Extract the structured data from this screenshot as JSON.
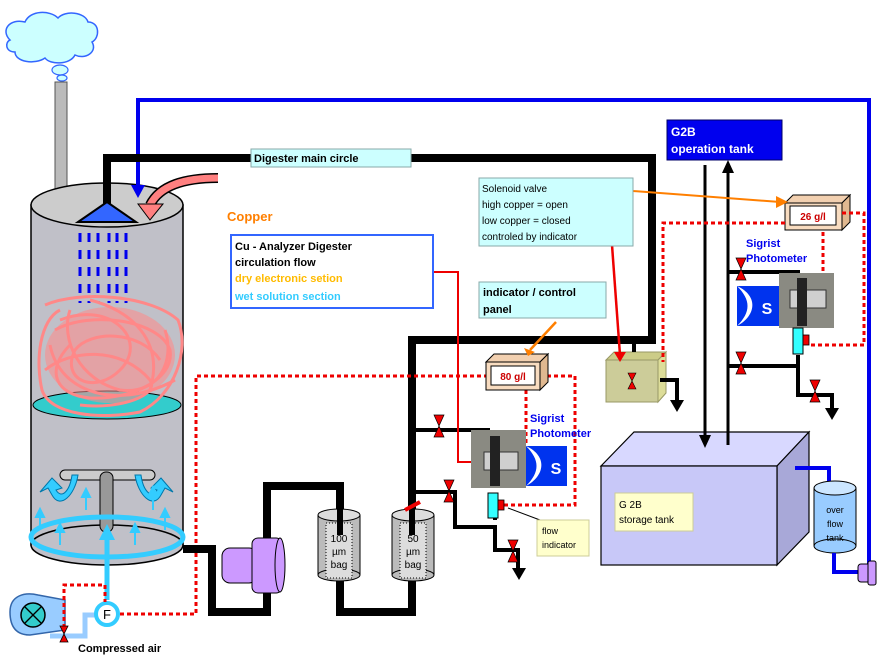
{
  "colors": {
    "pipe_main": "#000000",
    "pipe_blue": "#0000ee",
    "signal_red": "#ff0000",
    "accent_orange": "#ff7f00",
    "air_cyan": "#33ccff",
    "label_bg_cyan": "#ccffff",
    "note_bg_yellow": "#ffffcc",
    "g2b_blue": "#0000ff",
    "copper_pink": "#ff8080"
  },
  "labels": {
    "digester_main_circle": "Digester main circle",
    "copper": "Copper",
    "legend": {
      "line1": "Cu - Analyzer Digester",
      "line2": "circulation flow",
      "dry": "dry electronic setion",
      "wet": "wet solution section"
    },
    "solenoid": {
      "line1": "Solenoid valve",
      "line2": "high copper =  open",
      "line3": "low copper  = closed",
      "line4": "controled by indicator"
    },
    "indicator_panel": {
      "line1": "indicator /  control",
      "line2": "panel"
    },
    "g2b_operation": {
      "line1": "G2B",
      "line2": "operation tank"
    },
    "storage_tank": {
      "line1": "G 2B",
      "line2": "storage tank"
    },
    "overflow_tank": {
      "line1": "over",
      "line2": "flow",
      "line3": "tank"
    },
    "flow_indicator": {
      "line1": "flow",
      "line2": "indicator"
    },
    "bag_100": {
      "line1": "100",
      "line2": "µm",
      "line3": "bag"
    },
    "bag_50": {
      "line1": "50",
      "line2": "µm",
      "line3": "bag"
    },
    "compressed_air": "Compressed air",
    "flow_meter": "F",
    "photometer_1": {
      "line1": "Sigrist",
      "line2": "Photometer"
    },
    "photometer_2": {
      "line1": "Sigrist",
      "line2": "Photometer"
    },
    "sigrist_logo": "S"
  },
  "readings": {
    "indicator_1": "80 g/l",
    "indicator_2": "26 g/l"
  }
}
